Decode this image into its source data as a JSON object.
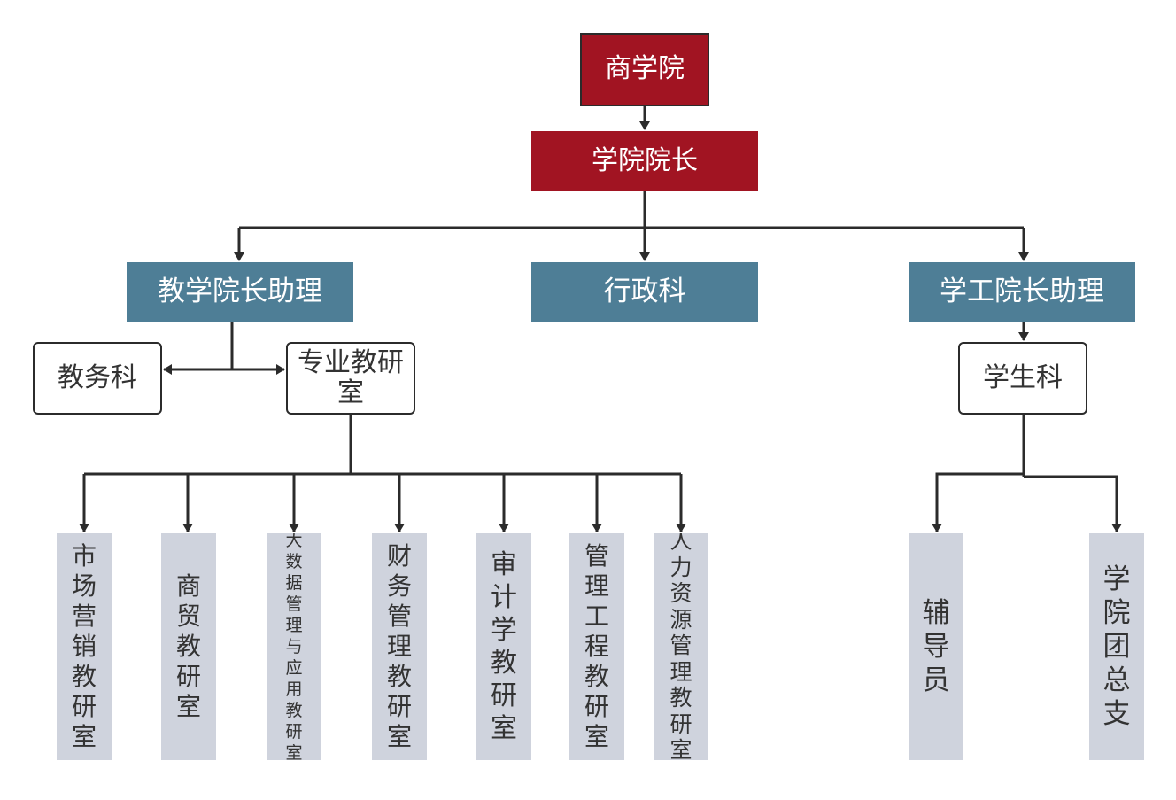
{
  "nodes": {
    "root": "商学院",
    "dean": "学院院长",
    "assistant_teaching": "教学院长助理",
    "admin_office": "行政科",
    "assistant_student": "学工院长助理",
    "academic_affairs": "教务科",
    "teaching_research": "专业教研室",
    "student_office": "学生科"
  },
  "departments": [
    "市场营销教研室",
    "商贸教研室",
    "大数据管理与应用教研室",
    "财务管理教研室",
    "审计学教研室",
    "管理工程教研室",
    "人力资源管理教研室"
  ],
  "student_units": [
    "辅导员",
    "学院团总支"
  ],
  "colors": {
    "header_red": "#a11422",
    "mid_teal": "#4e7e96",
    "leaf_gray": "#cfd3dd",
    "line": "#2b2b2b"
  }
}
